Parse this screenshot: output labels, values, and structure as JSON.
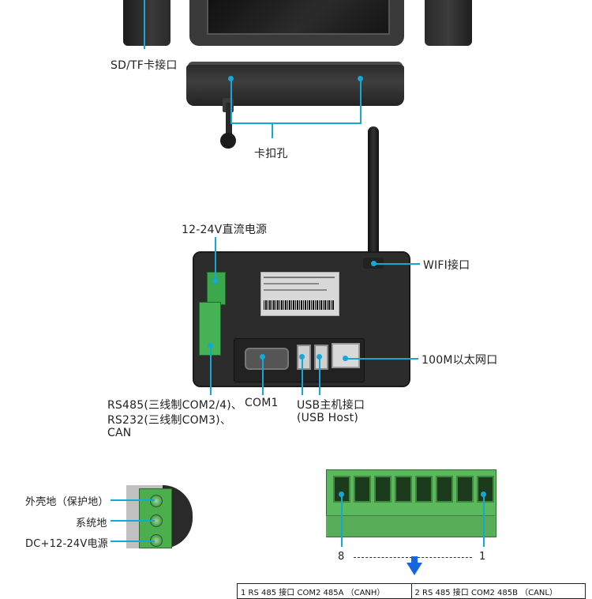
{
  "labels": {
    "sd_tf": "SD/TF卡接口",
    "snap_hole": "卡扣孔",
    "power": "12-24V直流电源",
    "wifi": "WIFI接口",
    "ethernet": "100M以太网口",
    "rs485_line1": "RS485(三线制COM2/4)、",
    "rs485_line2": "RS232(三线制COM3)、",
    "rs485_line3": "CAN",
    "com1": "COM1",
    "usb_line1": "USB主机接口",
    "usb_line2": "(USB Host)",
    "case_ground": "外壳地（保护地）",
    "system_ground": "系统地",
    "dc_power": "DC+12-24V电源",
    "pin_8": "8",
    "pin_1": "1"
  },
  "pin_table": [
    "1   RS 485 接口 COM2 485A （CANH）",
    "2   RS 485 接口 COM2 485B （CANL）"
  ],
  "colors": {
    "leader": "#13a8d8",
    "terminal_green": "#4cae4c",
    "arrow": "#1565e0"
  }
}
